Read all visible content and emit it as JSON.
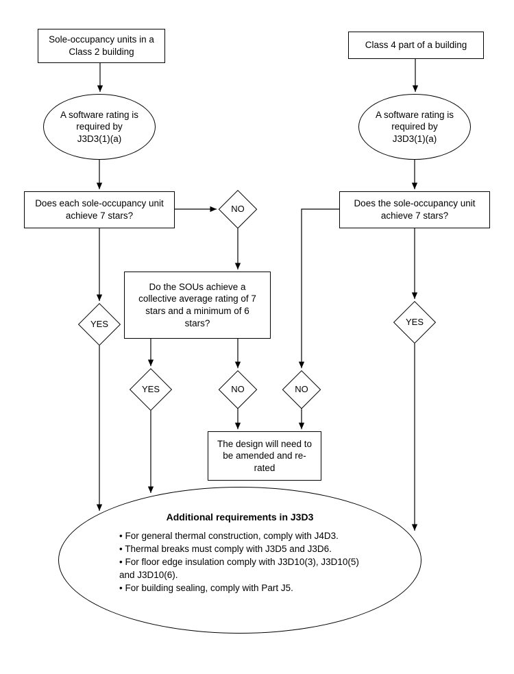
{
  "labels": {
    "yes": "YES",
    "no": "NO"
  },
  "nodes": {
    "class2": "Sole-occupancy units in a Class 2 building",
    "class4": "Class 4 part of a building",
    "software_rating": "A software rating is required by J3D3(1)(a)",
    "q_each_sou": "Does each sole-occupancy unit achieve 7 stars?",
    "q_sou": "Does the sole-occupancy unit achieve 7 stars?",
    "q_collective": "Do the SOUs achieve a collective average rating of 7 stars and a minimum of 6 stars?",
    "amend": "The design will need to be amended and re-rated",
    "additional": {
      "title": "Additional requirements in J3D3",
      "bullets": [
        "• For general thermal construction, comply with J4D3.",
        "• Thermal breaks must comply with J3D5 and J3D6.",
        "• For floor edge insulation comply with J3D10(3), J3D10(5) and J3D10(6).",
        "• For building sealing, comply with Part J5."
      ]
    }
  }
}
